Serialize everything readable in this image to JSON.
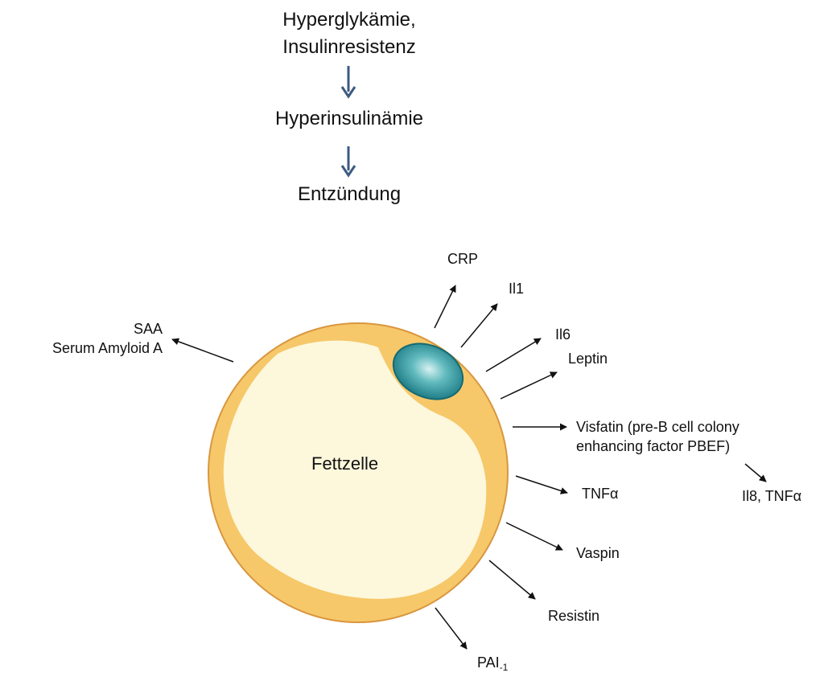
{
  "flow": {
    "step1_line1": "Hyperglykämie,",
    "step1_line2": "Insulinresistenz",
    "step2": "Hyperinsulinämie",
    "step3": "Entzündung",
    "arrow_color": "#3d5a80"
  },
  "cell": {
    "label": "Fettzelle",
    "membrane_color": "#f6c86a",
    "fat_color": "#fdf8dc",
    "nucleus_color": "#1f8e99"
  },
  "products": {
    "saa_line1": "SAA",
    "saa_line2": "Serum Amyloid A",
    "crp": "CRP",
    "il1": "Il1",
    "il6": "Il6",
    "leptin": "Leptin",
    "visfatin_line1": "Visfatin (pre-B cell colony",
    "visfatin_line2": "enhancing factor PBEF)",
    "il8_tnf": "Il8, TNFα",
    "tnf": "TNFα",
    "vaspin": "Vaspin",
    "resistin": "Resistin",
    "pai": "PAI",
    "pai_sub": "-1"
  }
}
